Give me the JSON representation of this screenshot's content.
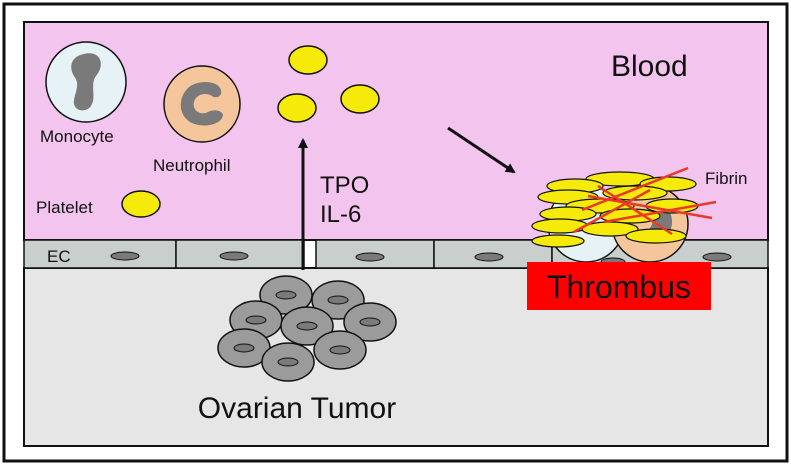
{
  "labels": {
    "blood": "Blood",
    "monocyte": "Monocyte",
    "neutrophil": "Neutrophil",
    "platelet": "Platelet",
    "tpo": "TPO",
    "il6": "IL-6",
    "ec": "EC",
    "fibrin": "Fibrin",
    "thrombus": "Thrombus",
    "tumor": "Ovarian Tumor"
  },
  "colors": {
    "blood_bg": "#f2c4ee",
    "tissue_bg": "#e6e6e6",
    "endothelium": "#c9cfcc",
    "platelet": "#f5ea0a",
    "monocyte_cell": "#e6f2f5",
    "neutrophil_cell": "#f5c69c",
    "nucleus": "#7a7a7a",
    "tumor_cell": "#9b9b9b",
    "thrombus_box": "#ff0000",
    "fibrin": "#e8392b"
  }
}
